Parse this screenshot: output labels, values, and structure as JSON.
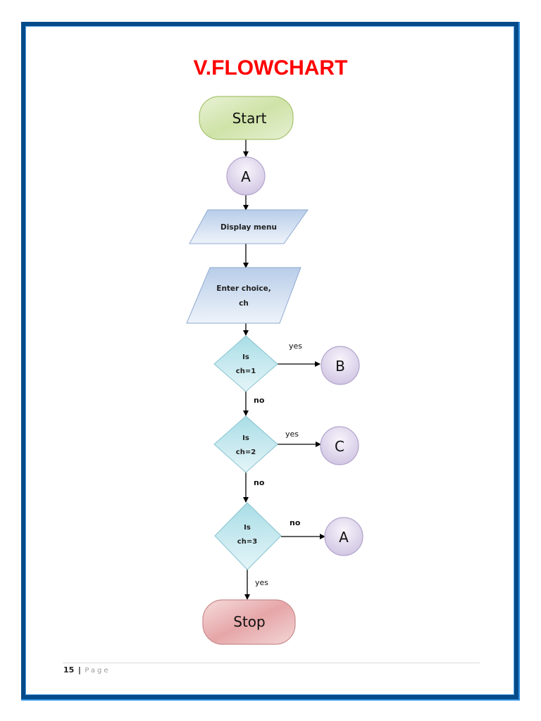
{
  "document": {
    "title": "V.FLOWCHART",
    "footer": {
      "page_number": "15",
      "separator": "|",
      "page_word": "Page"
    }
  },
  "flowchart": {
    "nodes": {
      "start": {
        "type": "terminator",
        "label": "Start",
        "color": "#cfe3a8"
      },
      "connector_a_top": {
        "type": "connector",
        "label": "A",
        "color": "#dcd3ea"
      },
      "display_menu": {
        "type": "input-output",
        "label": "Display menu",
        "color": "#c9d9ee"
      },
      "enter_choice": {
        "type": "input-output",
        "label_line1": "Enter choice,",
        "label_line2": "ch",
        "color": "#c9d9ee"
      },
      "decision_1": {
        "type": "decision",
        "label_line1": "Is",
        "label_line2": "ch=1",
        "color": "#bfe6ec"
      },
      "connector_b": {
        "type": "connector",
        "label": "B",
        "color": "#dcd3ea"
      },
      "decision_2": {
        "type": "decision",
        "label_line1": "Is",
        "label_line2": "ch=2",
        "color": "#bfe6ec"
      },
      "connector_c": {
        "type": "connector",
        "label": "C",
        "color": "#dcd3ea"
      },
      "decision_3": {
        "type": "decision",
        "label_line1": "Is",
        "label_line2": "ch=3",
        "color": "#bfe6ec"
      },
      "connector_a_bottom": {
        "type": "connector",
        "label": "A",
        "color": "#dcd3ea"
      },
      "stop": {
        "type": "terminator",
        "label": "Stop",
        "color": "#e8a9ab"
      }
    },
    "edges": [
      {
        "from": "start",
        "to": "connector_a_top",
        "label": ""
      },
      {
        "from": "connector_a_top",
        "to": "display_menu",
        "label": ""
      },
      {
        "from": "display_menu",
        "to": "enter_choice",
        "label": ""
      },
      {
        "from": "enter_choice",
        "to": "decision_1",
        "label": ""
      },
      {
        "from": "decision_1",
        "to": "connector_b",
        "label": "yes"
      },
      {
        "from": "decision_1",
        "to": "decision_2",
        "label": "no"
      },
      {
        "from": "decision_2",
        "to": "connector_c",
        "label": "yes"
      },
      {
        "from": "decision_2",
        "to": "decision_3",
        "label": "no"
      },
      {
        "from": "decision_3",
        "to": "connector_a_bottom",
        "label": "no"
      },
      {
        "from": "decision_3",
        "to": "stop",
        "label": "yes"
      }
    ]
  }
}
